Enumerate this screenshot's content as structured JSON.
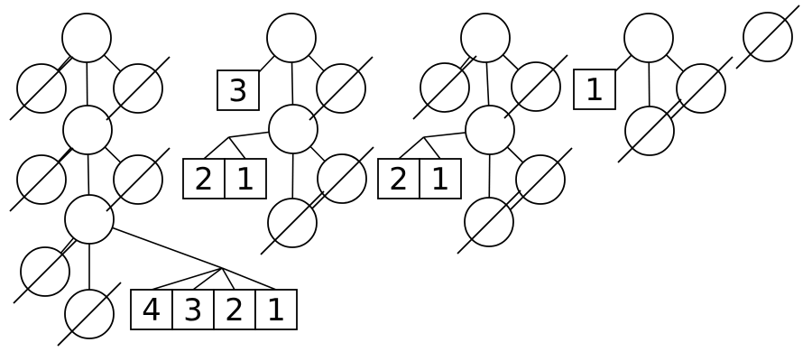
{
  "diagram": {
    "null_symbol": "∅",
    "trees": [
      {
        "name": "tree-1",
        "arrays": [
          {
            "name": "array-4321",
            "cells": [
              "4",
              "3",
              "2",
              "1"
            ]
          }
        ]
      },
      {
        "name": "tree-2",
        "arrays": [
          {
            "name": "array-3",
            "cells": [
              "3"
            ]
          },
          {
            "name": "array-21",
            "cells": [
              "2",
              "1"
            ]
          }
        ]
      },
      {
        "name": "tree-3",
        "arrays": [
          {
            "name": "array-21",
            "cells": [
              "2",
              "1"
            ]
          }
        ]
      },
      {
        "name": "tree-4",
        "arrays": [
          {
            "name": "array-1",
            "cells": [
              "1"
            ]
          }
        ]
      },
      {
        "name": "tree-5",
        "arrays": []
      }
    ]
  }
}
